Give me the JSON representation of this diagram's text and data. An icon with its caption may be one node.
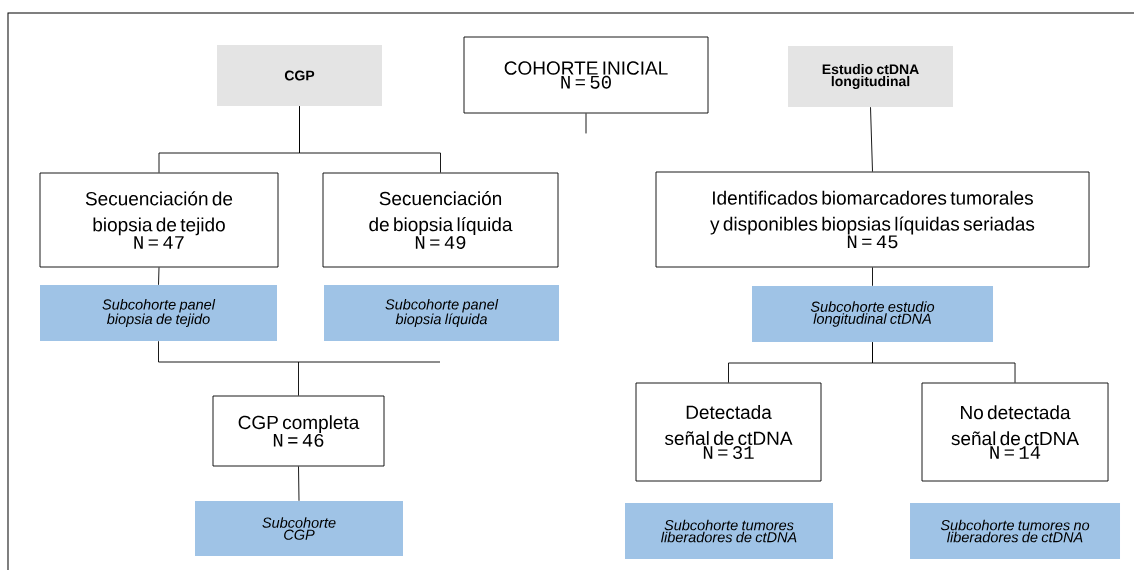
{
  "diagram": {
    "nodes": [
      {
        "text": [
          "COHORTE INICIAL",
          "N = 50"
        ]
      },
      {
        "text": [
          "CGP"
        ]
      },
      {
        "text": [
          "Estudio ctDNA longitudinal"
        ]
      },
      {
        "text": [
          "Secuenciación de biopsia de tejido",
          "N = 47"
        ]
      },
      {
        "text": [
          "Secuenciación de biopsia líquida",
          "N = 49"
        ]
      },
      {
        "text": [
          "Subcohorte panel biopsia de tejido"
        ]
      },
      {
        "text": [
          "Subcohorte panel biopsia líquida"
        ]
      },
      {
        "text": [
          "Identificados biomarcadores tumorales y disponibles biopsias líquidas seriadas",
          "N = 45"
        ]
      },
      {
        "text": [
          "Subcohorte estudio longitudinal ctDNA"
        ]
      },
      {
        "text": [
          "CGP completa",
          "N = 46"
        ]
      },
      {
        "text": [
          "Subcohorte CGP"
        ]
      },
      {
        "text": [
          "Detectada señal de ctDNA",
          "N = 31"
        ]
      },
      {
        "text": [
          "No detectada señal de ctDNA",
          "N = 14"
        ]
      },
      {
        "text": [
          "Subcohorte tumores liberadores de ctDNA"
        ]
      },
      {
        "text": [
          "Subcohorte tumores no liberadores de ctDNA"
        ]
      }
    ],
    "edges": [
      {
        "from": 0,
        "to": null,
        "arrow": "none"
      },
      {
        "from": 1,
        "to": 3,
        "arrow": "none"
      },
      {
        "from": 1,
        "to": 4,
        "arrow": "none"
      },
      {
        "from": 3,
        "to": 5,
        "arrow": "none"
      },
      {
        "from": 5,
        "to": 9,
        "arrow": "none"
      },
      {
        "from": 9,
        "to": 10,
        "arrow": "none"
      },
      {
        "from": 2,
        "to": 7,
        "arrow": "none"
      },
      {
        "from": 7,
        "to": 8,
        "arrow": "none"
      },
      {
        "from": 8,
        "to": 11,
        "arrow": "none"
      },
      {
        "from": 8,
        "to": 12,
        "arrow": "none"
      }
    ]
  }
}
